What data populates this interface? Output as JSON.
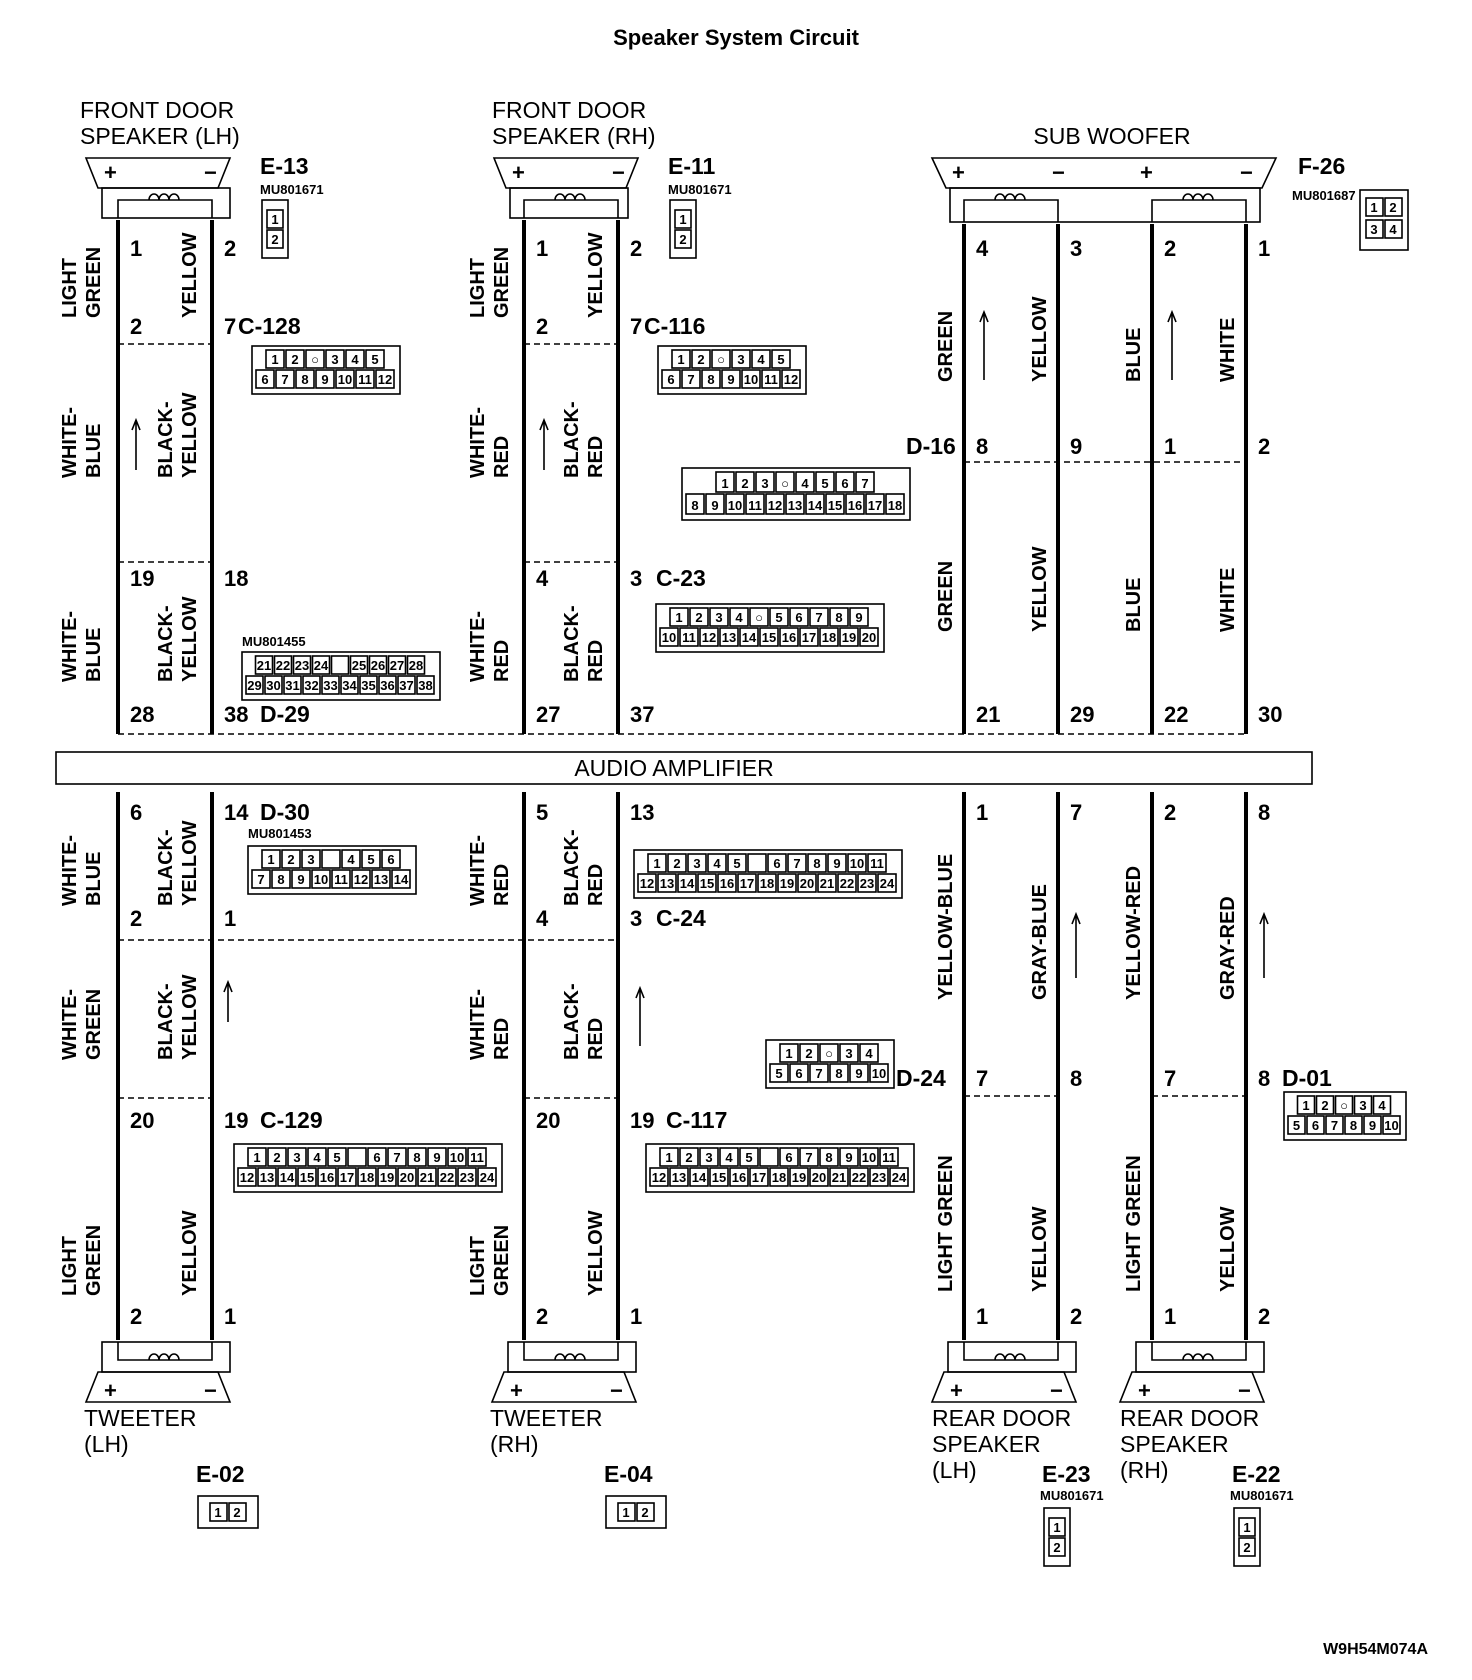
{
  "title": "Speaker System Circuit",
  "footer_code": "W9H54M074A",
  "amplifier_label": "AUDIO AMPLIFIER",
  "top_speakers": [
    {
      "name_line1": "FRONT DOOR",
      "name_line2": "SPEAKER (LH)",
      "connector": "E-13",
      "part_no": "MU801671",
      "cells": [
        "1",
        "2"
      ],
      "plus": "+",
      "minus": "−"
    },
    {
      "name_line1": "FRONT DOOR",
      "name_line2": "SPEAKER (RH)",
      "connector": "E-11",
      "part_no": "MU801671",
      "cells": [
        "1",
        "2"
      ],
      "plus": "+",
      "minus": "−"
    },
    {
      "name_line1": "",
      "name_line2": "SUB WOOFER",
      "connector": "F-26",
      "part_no": "MU801687",
      "cells": [
        "1",
        "2",
        "3",
        "4"
      ],
      "plus": "+",
      "minus": "−"
    }
  ],
  "bottom_speakers": [
    {
      "name_line1": "TWEETER",
      "name_line2": "(LH)",
      "name_line3": "",
      "connector": "E-02",
      "part_no": "",
      "cells": [
        "1",
        "2"
      ],
      "plus": "+",
      "minus": "−"
    },
    {
      "name_line1": "TWEETER",
      "name_line2": "(RH)",
      "name_line3": "",
      "connector": "E-04",
      "part_no": "",
      "cells": [
        "1",
        "2"
      ],
      "plus": "+",
      "minus": "−"
    },
    {
      "name_line1": "REAR DOOR",
      "name_line2": "SPEAKER",
      "name_line3": "(LH)",
      "connector": "E-23",
      "part_no": "MU801671",
      "cells": [
        "1",
        "2"
      ],
      "plus": "+",
      "minus": "−"
    },
    {
      "name_line1": "REAR DOOR",
      "name_line2": "SPEAKER",
      "name_line3": "(RH)",
      "connector": "E-22",
      "part_no": "MU801671",
      "cells": [
        "1",
        "2"
      ],
      "plus": "+",
      "minus": "−"
    }
  ],
  "connectors": {
    "c128": {
      "id": "C-128",
      "row1": [
        "1",
        "2",
        "○",
        "3",
        "4",
        "5"
      ],
      "row2": [
        "6",
        "7",
        "8",
        "9",
        "10",
        "11",
        "12"
      ]
    },
    "c116": {
      "id": "C-116",
      "row1": [
        "1",
        "2",
        "○",
        "3",
        "4",
        "5"
      ],
      "row2": [
        "6",
        "7",
        "8",
        "9",
        "10",
        "11",
        "12"
      ]
    },
    "d16": {
      "id": "D-16",
      "row1": [
        "1",
        "2",
        "3",
        "○",
        "4",
        "5",
        "6",
        "7"
      ],
      "row2": [
        "8",
        "9",
        "10",
        "11",
        "12",
        "13",
        "14",
        "15",
        "16",
        "17",
        "18"
      ]
    },
    "c23": {
      "id": "C-23",
      "row1": [
        "1",
        "2",
        "3",
        "4",
        "○",
        "5",
        "6",
        "7",
        "8",
        "9"
      ],
      "row2": [
        "10",
        "11",
        "12",
        "13",
        "14",
        "15",
        "16",
        "17",
        "18",
        "19",
        "20"
      ]
    },
    "d29": {
      "id": "D-29",
      "part_no": "MU801455",
      "row1": [
        "21",
        "22",
        "23",
        "24",
        "",
        "25",
        "26",
        "27",
        "28"
      ],
      "row2": [
        "29",
        "30",
        "31",
        "32",
        "33",
        "34",
        "35",
        "36",
        "37",
        "38"
      ]
    },
    "d30": {
      "id": "D-30",
      "part_no": "MU801453",
      "row1": [
        "1",
        "2",
        "3",
        "",
        "4",
        "5",
        "6"
      ],
      "row2": [
        "7",
        "8",
        "9",
        "10",
        "11",
        "12",
        "13",
        "14"
      ]
    },
    "c24": {
      "id": "C-24",
      "row1": [
        "1",
        "2",
        "3",
        "4",
        "5",
        "",
        "6",
        "7",
        "8",
        "9",
        "10",
        "11"
      ],
      "row2": [
        "12",
        "13",
        "14",
        "15",
        "16",
        "17",
        "18",
        "19",
        "20",
        "21",
        "22",
        "23",
        "24"
      ]
    },
    "d24": {
      "id": "D-24",
      "row1": [
        "1",
        "2",
        "○",
        "3",
        "4"
      ],
      "row2": [
        "5",
        "6",
        "7",
        "8",
        "9",
        "10"
      ]
    },
    "d01": {
      "id": "D-01",
      "row1": [
        "1",
        "2",
        "○",
        "3",
        "4"
      ],
      "row2": [
        "5",
        "6",
        "7",
        "8",
        "9",
        "10"
      ]
    },
    "c129": {
      "id": "C-129",
      "row1": [
        "1",
        "2",
        "3",
        "4",
        "5",
        "",
        "6",
        "7",
        "8",
        "9",
        "10",
        "11"
      ],
      "row2": [
        "12",
        "13",
        "14",
        "15",
        "16",
        "17",
        "18",
        "19",
        "20",
        "21",
        "22",
        "23",
        "24"
      ]
    },
    "c117": {
      "id": "C-117",
      "row1": [
        "1",
        "2",
        "3",
        "4",
        "5",
        "",
        "6",
        "7",
        "8",
        "9",
        "10",
        "11"
      ],
      "row2": [
        "12",
        "13",
        "14",
        "15",
        "16",
        "17",
        "18",
        "19",
        "20",
        "21",
        "22",
        "23",
        "24"
      ]
    }
  },
  "pins": {
    "fl_top": [
      "1",
      "2"
    ],
    "fl_c128": [
      "2",
      "7"
    ],
    "fl_d29top": [
      "19",
      "18"
    ],
    "fl_d29": [
      "28",
      "38"
    ],
    "fr_top": [
      "1",
      "2"
    ],
    "fr_c116": [
      "2",
      "7"
    ],
    "fr_c23": [
      "4",
      "3"
    ],
    "fr_d29": [
      "27",
      "37"
    ],
    "sw_top": [
      "4",
      "3",
      "2",
      "1"
    ],
    "sw_d16": [
      "8",
      "9",
      "1",
      "2"
    ],
    "sw_amp": [
      "21",
      "29",
      "22",
      "30"
    ],
    "tl_d30": [
      "6",
      "14"
    ],
    "tl_mid": [
      "2",
      "1"
    ],
    "tl_c129": [
      "20",
      "19"
    ],
    "tl_bot": [
      "2",
      "1"
    ],
    "tr_amp": [
      "5",
      "13"
    ],
    "tr_c24": [
      "4",
      "3"
    ],
    "tr_c117": [
      "20",
      "19"
    ],
    "tr_bot": [
      "2",
      "1"
    ],
    "rd_amp": [
      "1",
      "7",
      "2",
      "8"
    ],
    "rd_d24": [
      "7",
      "8",
      "7",
      "8"
    ],
    "rd_bot": [
      "1",
      "2",
      "1",
      "2"
    ]
  },
  "wire_colors": {
    "light": "LIGHT",
    "green": "GREEN",
    "yellow": "YELLOW",
    "white_dash": "WHITE-",
    "blue": "BLUE",
    "black_dash": "BLACK-",
    "red": "RED",
    "white": "WHITE",
    "light_green": "LIGHT GREEN",
    "yellow_blue": "YELLOW-BLUE",
    "gray_blue": "GRAY-BLUE",
    "yellow_red": "YELLOW-RED",
    "gray_red": "GRAY-RED"
  }
}
